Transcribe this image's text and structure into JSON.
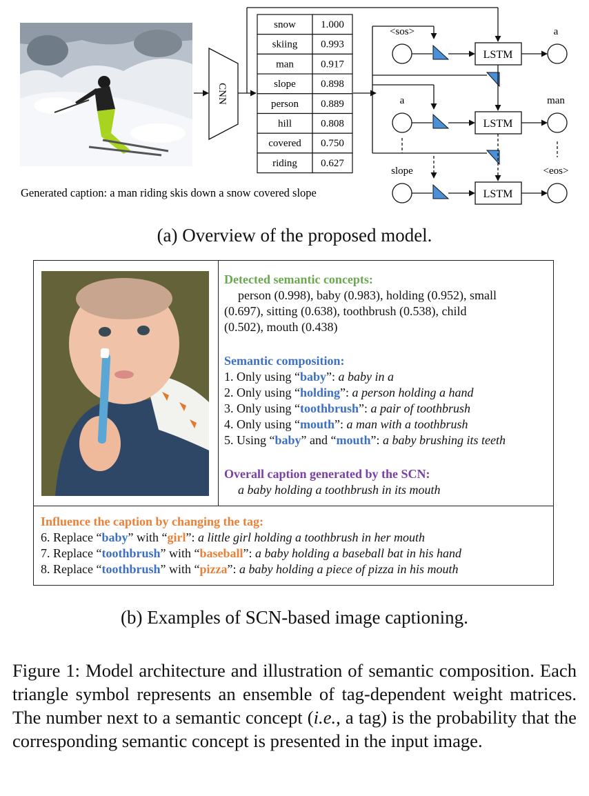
{
  "panel_a": {
    "cnn_label": "CNN",
    "tags": [
      {
        "tag": "snow",
        "prob": "1.000"
      },
      {
        "tag": "skiing",
        "prob": "0.993"
      },
      {
        "tag": "man",
        "prob": "0.917"
      },
      {
        "tag": "slope",
        "prob": "0.898"
      },
      {
        "tag": "person",
        "prob": "0.889"
      },
      {
        "tag": "hill",
        "prob": "0.808"
      },
      {
        "tag": "covered",
        "prob": "0.750"
      },
      {
        "tag": "riding",
        "prob": "0.627"
      }
    ],
    "lstm_label": "LSTM",
    "inputs": [
      "<sos>",
      "a",
      "slope"
    ],
    "outputs": [
      "a",
      "man",
      "<eos>"
    ],
    "generated_caption": "Generated caption: a man riding skis down a snow covered slope",
    "subcaption": "(a) Overview of the proposed model."
  },
  "panel_b": {
    "detected_heading": "Detected semantic concepts:",
    "detected_lines": [
      "person (0.998), baby (0.983), holding (0.952), small",
      "(0.697), sitting (0.638), toothbrush (0.538), child",
      "(0.502), mouth (0.438)"
    ],
    "composition_heading": "Semantic composition:",
    "composition": [
      {
        "prefix": "1. Only using “",
        "tag": "baby",
        "mid": "”:  ",
        "caption": "a baby in a"
      },
      {
        "prefix": "2. Only using “",
        "tag": "holding",
        "mid": "”: ",
        "caption": "a person holding a hand"
      },
      {
        "prefix": "3. Only using “",
        "tag": "toothbrush",
        "mid": "”: ",
        "caption": "a pair of toothbrush"
      },
      {
        "prefix": "4. Only using “",
        "tag": "mouth",
        "mid": "”: ",
        "caption": "a man with a toothbrush"
      },
      {
        "prefix": "5. Using “",
        "tag": "baby",
        "mid2": "” and “",
        "tag2": "mouth",
        "mid": "”: ",
        "caption": "a baby brushing its teeth"
      }
    ],
    "overall_heading": "Overall caption generated by the SCN:",
    "overall_caption": "a baby holding a toothbrush in its mouth",
    "influence_heading": "Influence the caption by changing the tag:",
    "influence": [
      {
        "prefix": "6. Replace “",
        "old": "baby",
        "mid": "” with “",
        "new": "girl",
        "end": "”: ",
        "caption": "a little girl holding a toothbrush in her mouth"
      },
      {
        "prefix": "7. Replace “",
        "old": "toothbrush",
        "mid": "” with “",
        "new": "baseball",
        "end": "”: ",
        "caption": "a baby holding a baseball bat in his hand"
      },
      {
        "prefix": "8. Replace “",
        "old": "toothbrush",
        "mid": "” with “",
        "new": "pizza",
        "end": "”: ",
        "caption": "a baby holding a piece of pizza in his mouth"
      }
    ],
    "subcaption": "(b) Examples of SCN-based image captioning."
  },
  "figure_caption": {
    "lead": "Figure 1: Model architecture and illustration of semantic composition. Each triangle symbol represents an ensemble of tag-dependent weight matrices. The number next to a semantic concept (",
    "ie": "i.e.",
    "tail": ", a tag) is the probability that the corresponding semantic concept is presented in the input image."
  },
  "colors": {
    "green": "#6aa84f",
    "blue": "#3d6fc4",
    "purple": "#7a3fa6",
    "orange": "#e8823a",
    "triangle": "#4a90d9"
  }
}
